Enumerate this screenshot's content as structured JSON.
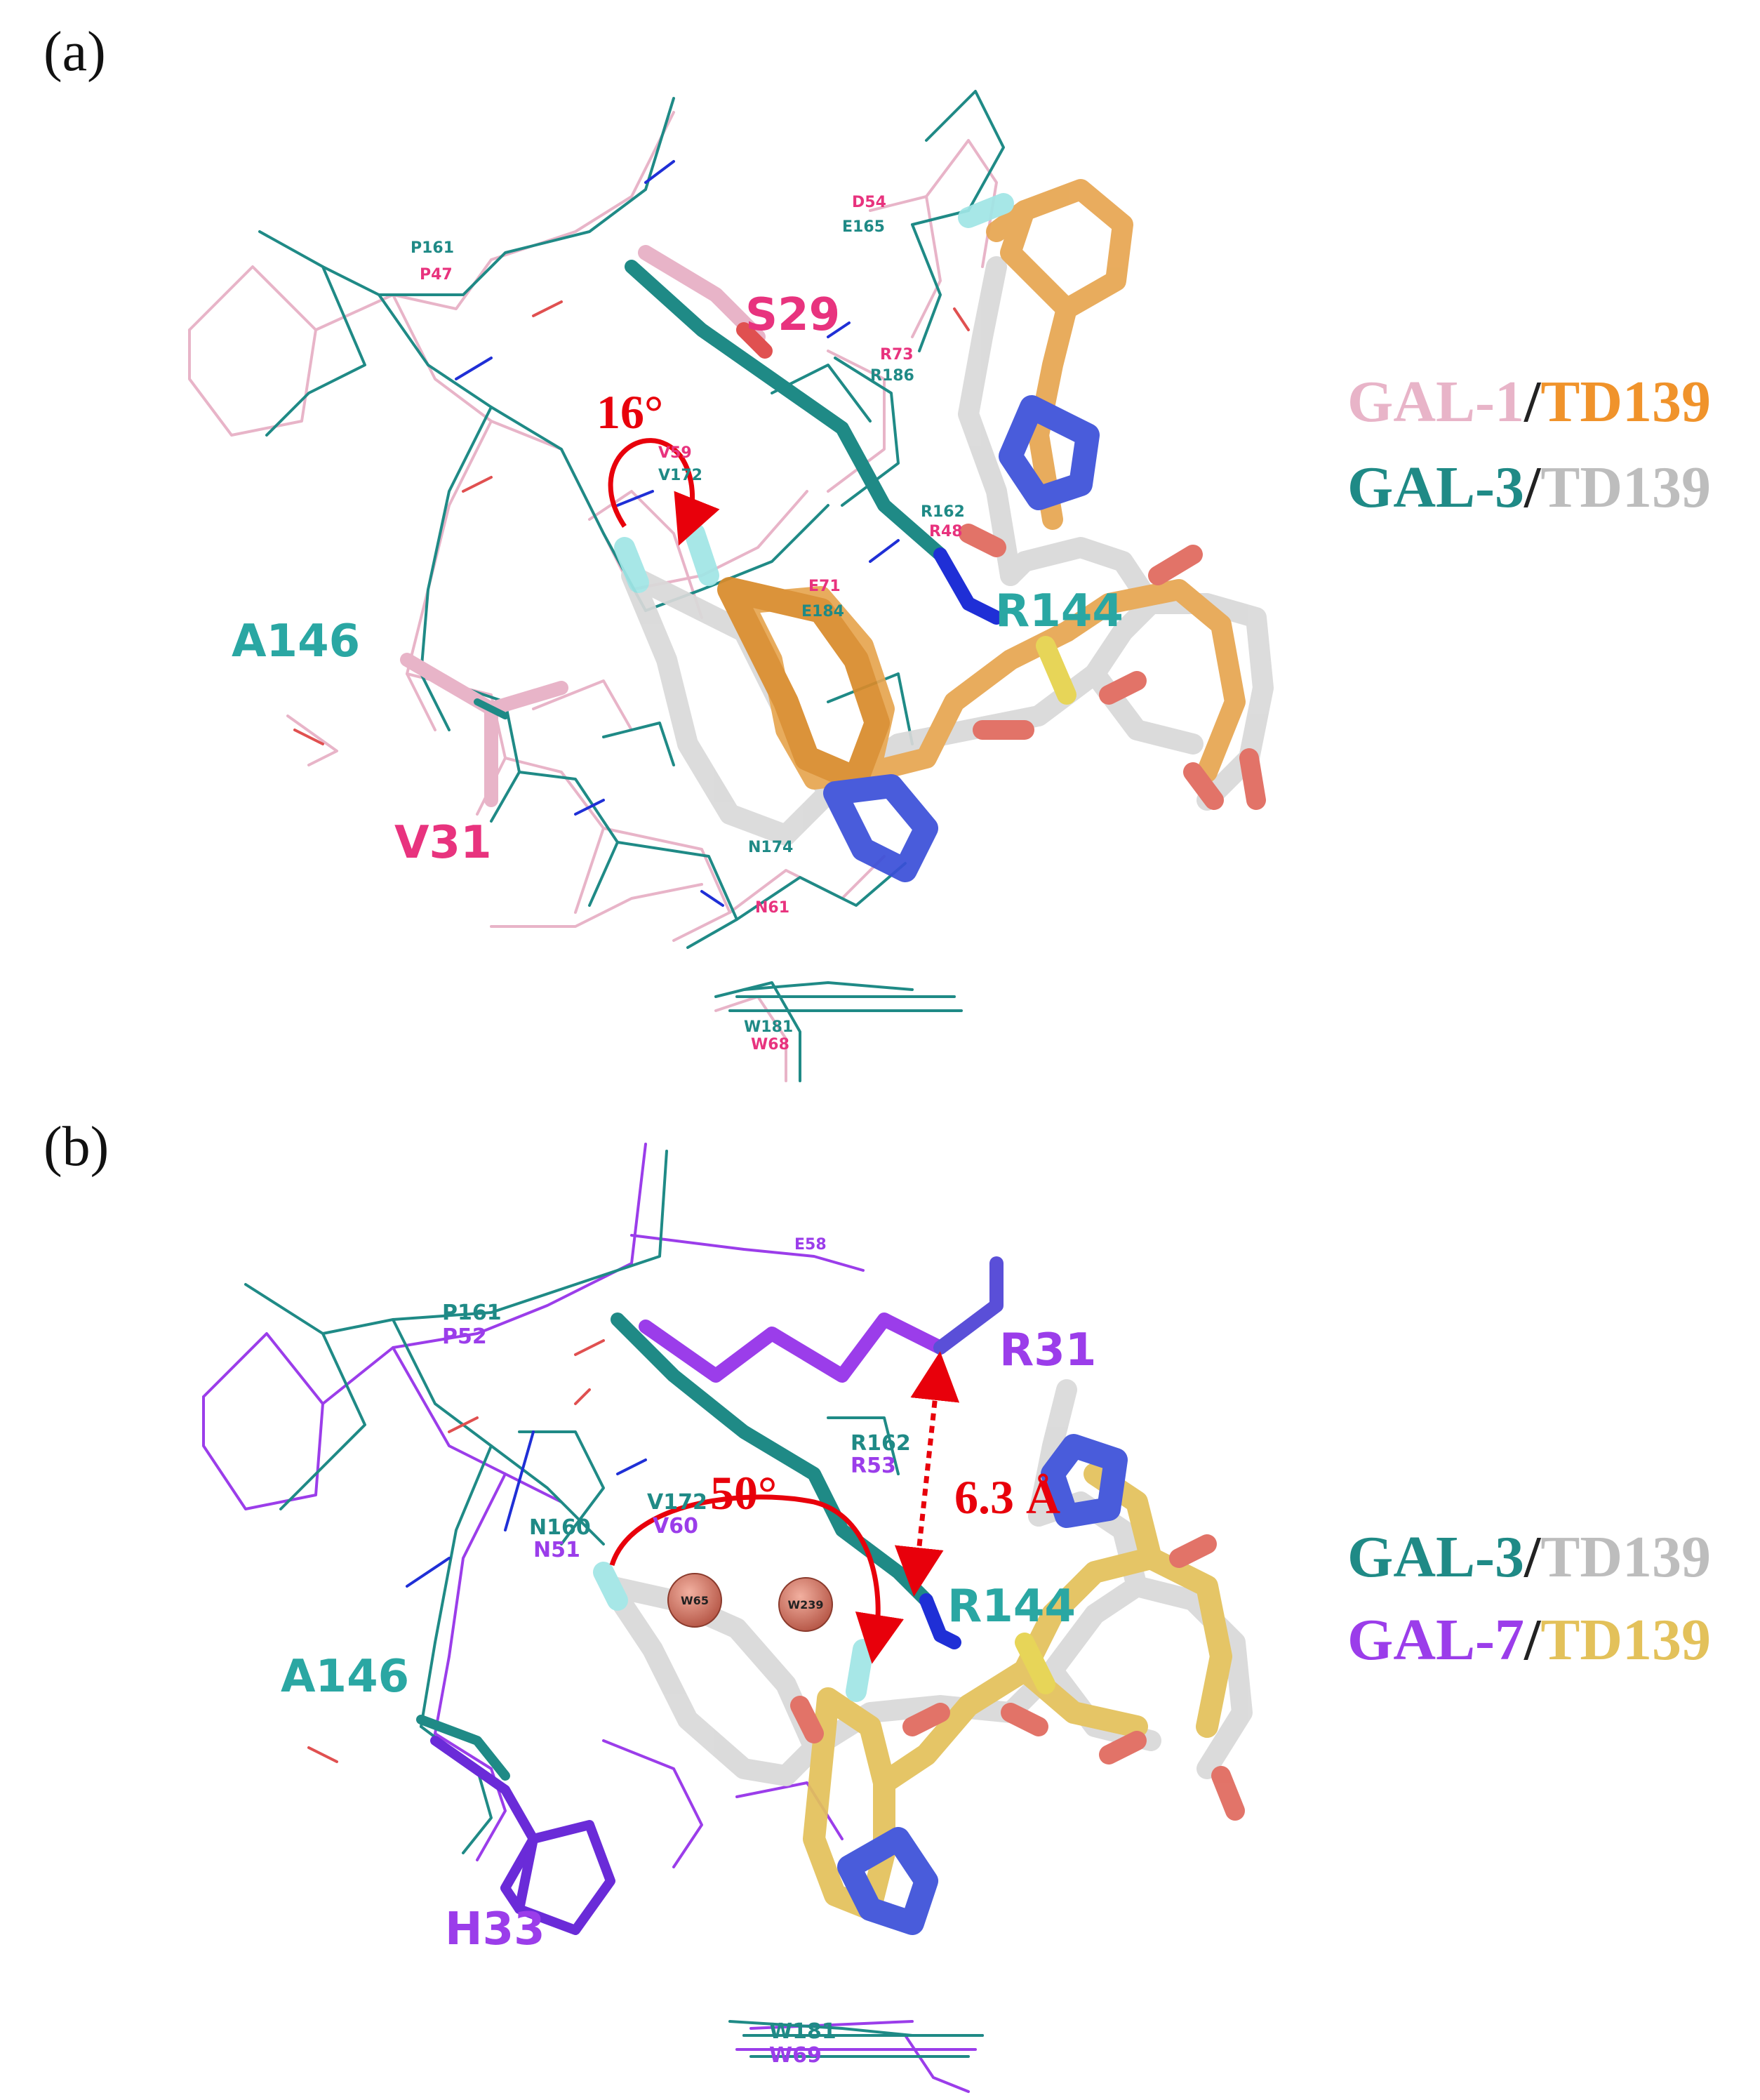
{
  "panels": [
    {
      "label": "(a)",
      "labels": {
        "p161": "P161",
        "p47": "P47",
        "d54": "D54",
        "e165": "E165",
        "s29": "S29",
        "r73": "R73",
        "r186": "R186",
        "v59": "V59",
        "v172": "V172",
        "r162": "R162",
        "r48": "R48",
        "e71": "E71",
        "e184": "E184",
        "a146": "A146",
        "r144": "R144",
        "v31": "V31",
        "n174": "N174",
        "n61": "N61",
        "w181": "W181",
        "w68": "W68"
      },
      "angle": "16°",
      "legend": [
        {
          "protein": "GAL-1",
          "sep": "/",
          "ligand": "TD139",
          "protein_color": "#e8b4c8",
          "ligand_color": "#f0932b"
        },
        {
          "protein": "GAL-3",
          "sep": "/",
          "ligand": "TD139",
          "protein_color": "#1f8a86",
          "ligand_color": "#bdbdbd"
        }
      ]
    },
    {
      "label": "(b)",
      "labels": {
        "e58": "E58",
        "p161": "P161",
        "p52": "P52",
        "r31": "R31",
        "r162": "R162",
        "r53": "R53",
        "v172": "V172",
        "v60": "V60",
        "n160": "N160",
        "n51": "N51",
        "w65": "W65",
        "w239": "W239",
        "a146": "A146",
        "r144": "R144",
        "h33": "H33",
        "w181": "W181",
        "w69": "W69"
      },
      "angle": "50°",
      "distance": "6.3 Å",
      "legend": [
        {
          "protein": "GAL-3",
          "sep": "/",
          "ligand": "TD139",
          "protein_color": "#1f8a86",
          "ligand_color": "#bdbdbd"
        },
        {
          "protein": "GAL-7",
          "sep": "/",
          "ligand": "TD139",
          "protein_color": "#9b3dea",
          "ligand_color": "#e3c15a"
        }
      ]
    }
  ]
}
